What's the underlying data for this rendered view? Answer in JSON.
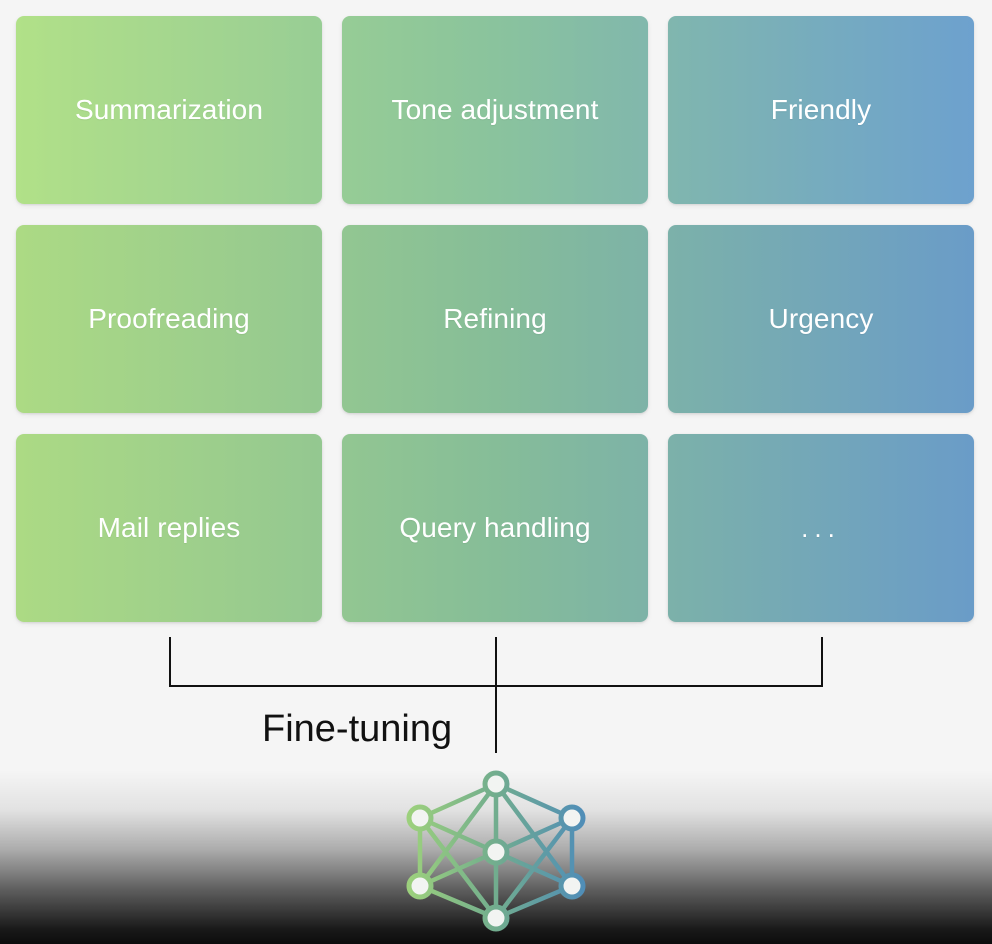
{
  "tasks": [
    {
      "label": "Summarization"
    },
    {
      "label": "Tone adjustment"
    },
    {
      "label": "Friendly"
    },
    {
      "label": "Proofreading"
    },
    {
      "label": "Refining"
    },
    {
      "label": "Urgency"
    },
    {
      "label": "Mail replies"
    },
    {
      "label": "Query handling"
    },
    {
      "label": "..."
    }
  ],
  "connector_label": "Fine-tuning",
  "network_icon": "neural-network-icon",
  "colors": {
    "tile_left": "#acda84",
    "tile_mid": "#86bd98",
    "tile_right": "#6a9cc8",
    "tile_text": "#ffffff",
    "line": "#111111",
    "background": "#f5f5f5"
  }
}
